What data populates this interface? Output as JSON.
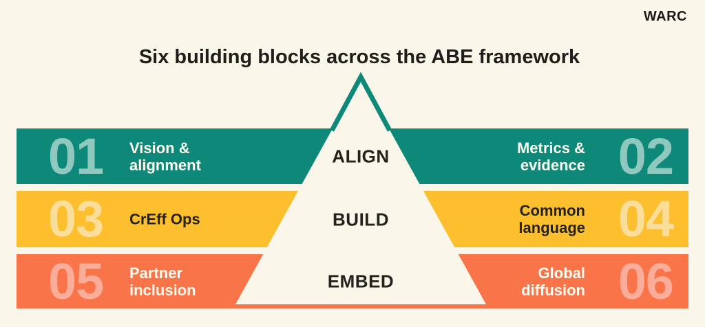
{
  "page": {
    "background_color": "#FAF6E9",
    "logo": "WARC",
    "title": "Six building blocks across the ABE framework",
    "dark_text_color": "#23221D"
  },
  "pyramid": {
    "fill_color": "#FAF6E9",
    "outline_color": "#0E8878",
    "stages": [
      "ALIGN",
      "BUILD",
      "EMBED"
    ]
  },
  "bands": [
    {
      "stage": "ALIGN",
      "color": "#0E8878",
      "number_color": "#8EC8BE",
      "label_color": "#FDFAF0",
      "left_number": "01",
      "left_label": "Vision &\nalignment",
      "right_label": "Metrics &\nevidence",
      "right_number": "02"
    },
    {
      "stage": "BUILD",
      "color": "#FDBF2D",
      "number_color": "#FCDE9B",
      "label_color": "#23221D",
      "left_number": "03",
      "left_label": "CrEff Ops",
      "right_label": "Common\nlanguage",
      "right_number": "04"
    },
    {
      "stage": "EMBED",
      "color": "#FA7449",
      "number_color": "#FBAD9A",
      "label_color": "#FDFAF0",
      "left_number": "05",
      "left_label": "Partner\ninclusion",
      "right_label": "Global\ndiffusion",
      "right_number": "06"
    }
  ]
}
